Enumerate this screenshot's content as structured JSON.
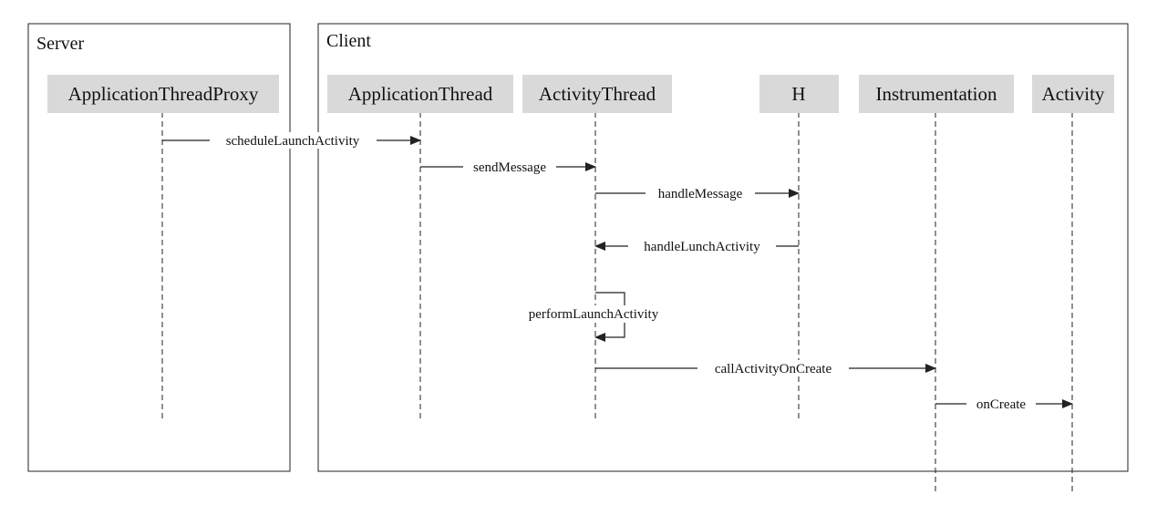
{
  "frames": [
    {
      "id": "server",
      "title": "Server"
    },
    {
      "id": "client",
      "title": "Client"
    }
  ],
  "participants": [
    {
      "id": "proxy",
      "label": "ApplicationThreadProxy"
    },
    {
      "id": "appthread",
      "label": "ApplicationThread"
    },
    {
      "id": "activitythread",
      "label": "ActivityThread"
    },
    {
      "id": "h",
      "label": "H"
    },
    {
      "id": "instr",
      "label": "Instrumentation"
    },
    {
      "id": "activity",
      "label": "Activity"
    }
  ],
  "messages": [
    {
      "from": "proxy",
      "to": "appthread",
      "label": "scheduleLaunchActivity"
    },
    {
      "from": "appthread",
      "to": "activitythread",
      "label": "sendMessage"
    },
    {
      "from": "activitythread",
      "to": "h",
      "label": "handleMessage"
    },
    {
      "from": "h",
      "to": "activitythread",
      "label": "handleLunchActivity"
    },
    {
      "from": "activitythread",
      "to": "activitythread",
      "label": "performLaunchActivity"
    },
    {
      "from": "activitythread",
      "to": "instr",
      "label": "callActivityOnCreate"
    },
    {
      "from": "instr",
      "to": "activity",
      "label": "onCreate"
    }
  ]
}
